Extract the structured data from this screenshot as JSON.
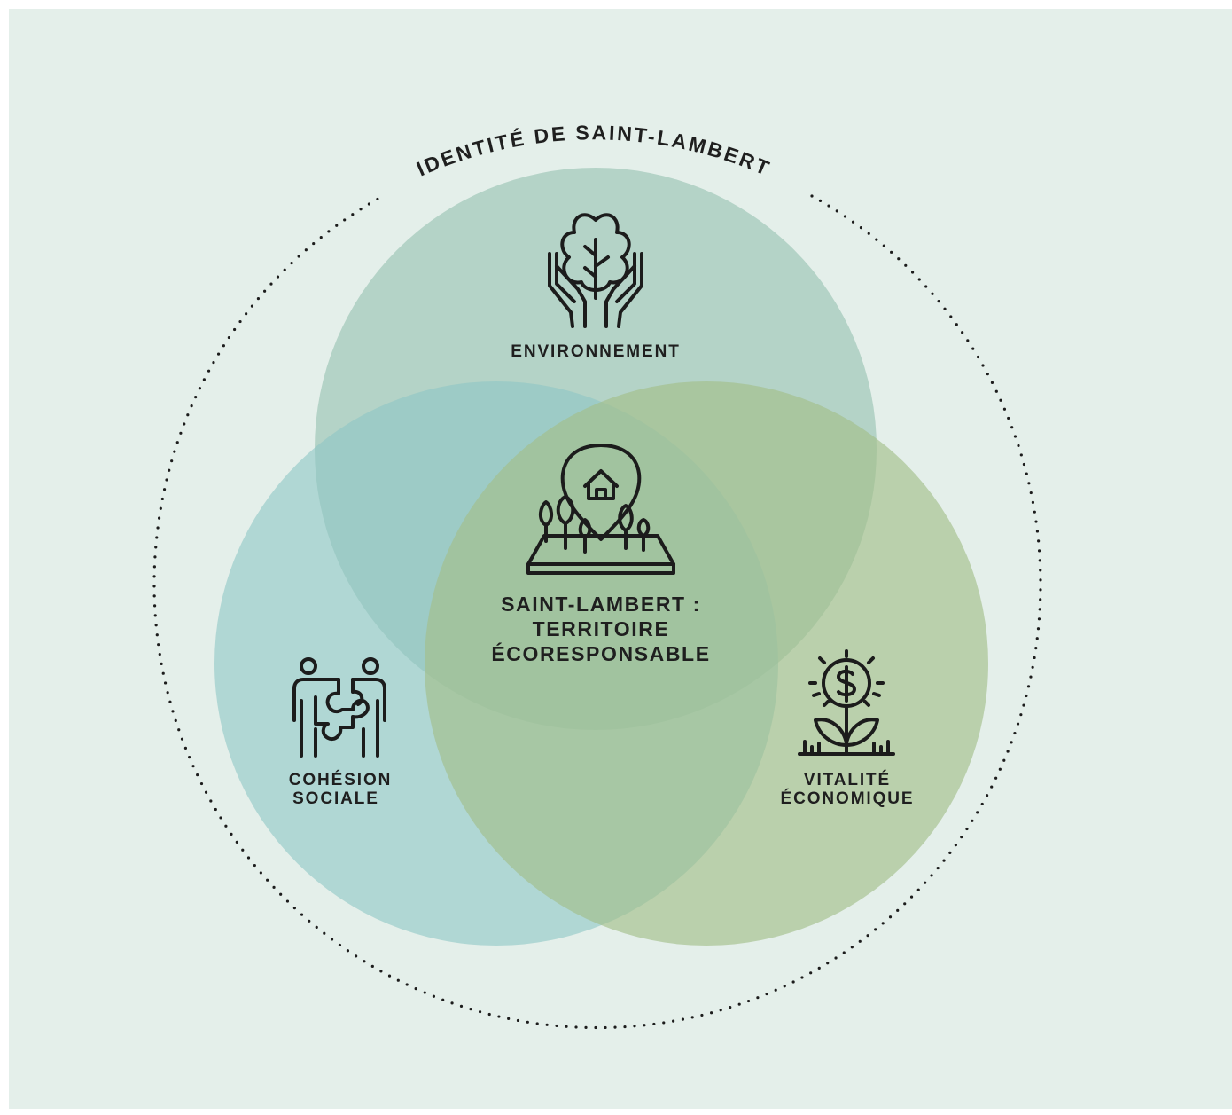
{
  "title": "IDENTITÉ DE SAINT-LAMBERT",
  "center": {
    "line1": "SAINT-LAMBERT :",
    "line2": "TERRITOIRE",
    "line3": "ÉCORESPONSABLE"
  },
  "circles": {
    "environment": {
      "label": "ENVIRONNEMENT",
      "color": "#8dbcaa",
      "icon": "hands-tree-icon"
    },
    "social": {
      "label_line1": "COHÉSION",
      "label_line2": "SOCIALE",
      "color": "#8ec6c4",
      "icon": "people-puzzle-icon"
    },
    "economy": {
      "label_line1": "VITALITÉ",
      "label_line2": "ÉCONOMIQUE",
      "color": "#a3bf8a",
      "icon": "money-plant-icon"
    }
  },
  "colors": {
    "background": "#e4efea",
    "dots": "#1c1c1c",
    "text": "#1f1f1f"
  }
}
